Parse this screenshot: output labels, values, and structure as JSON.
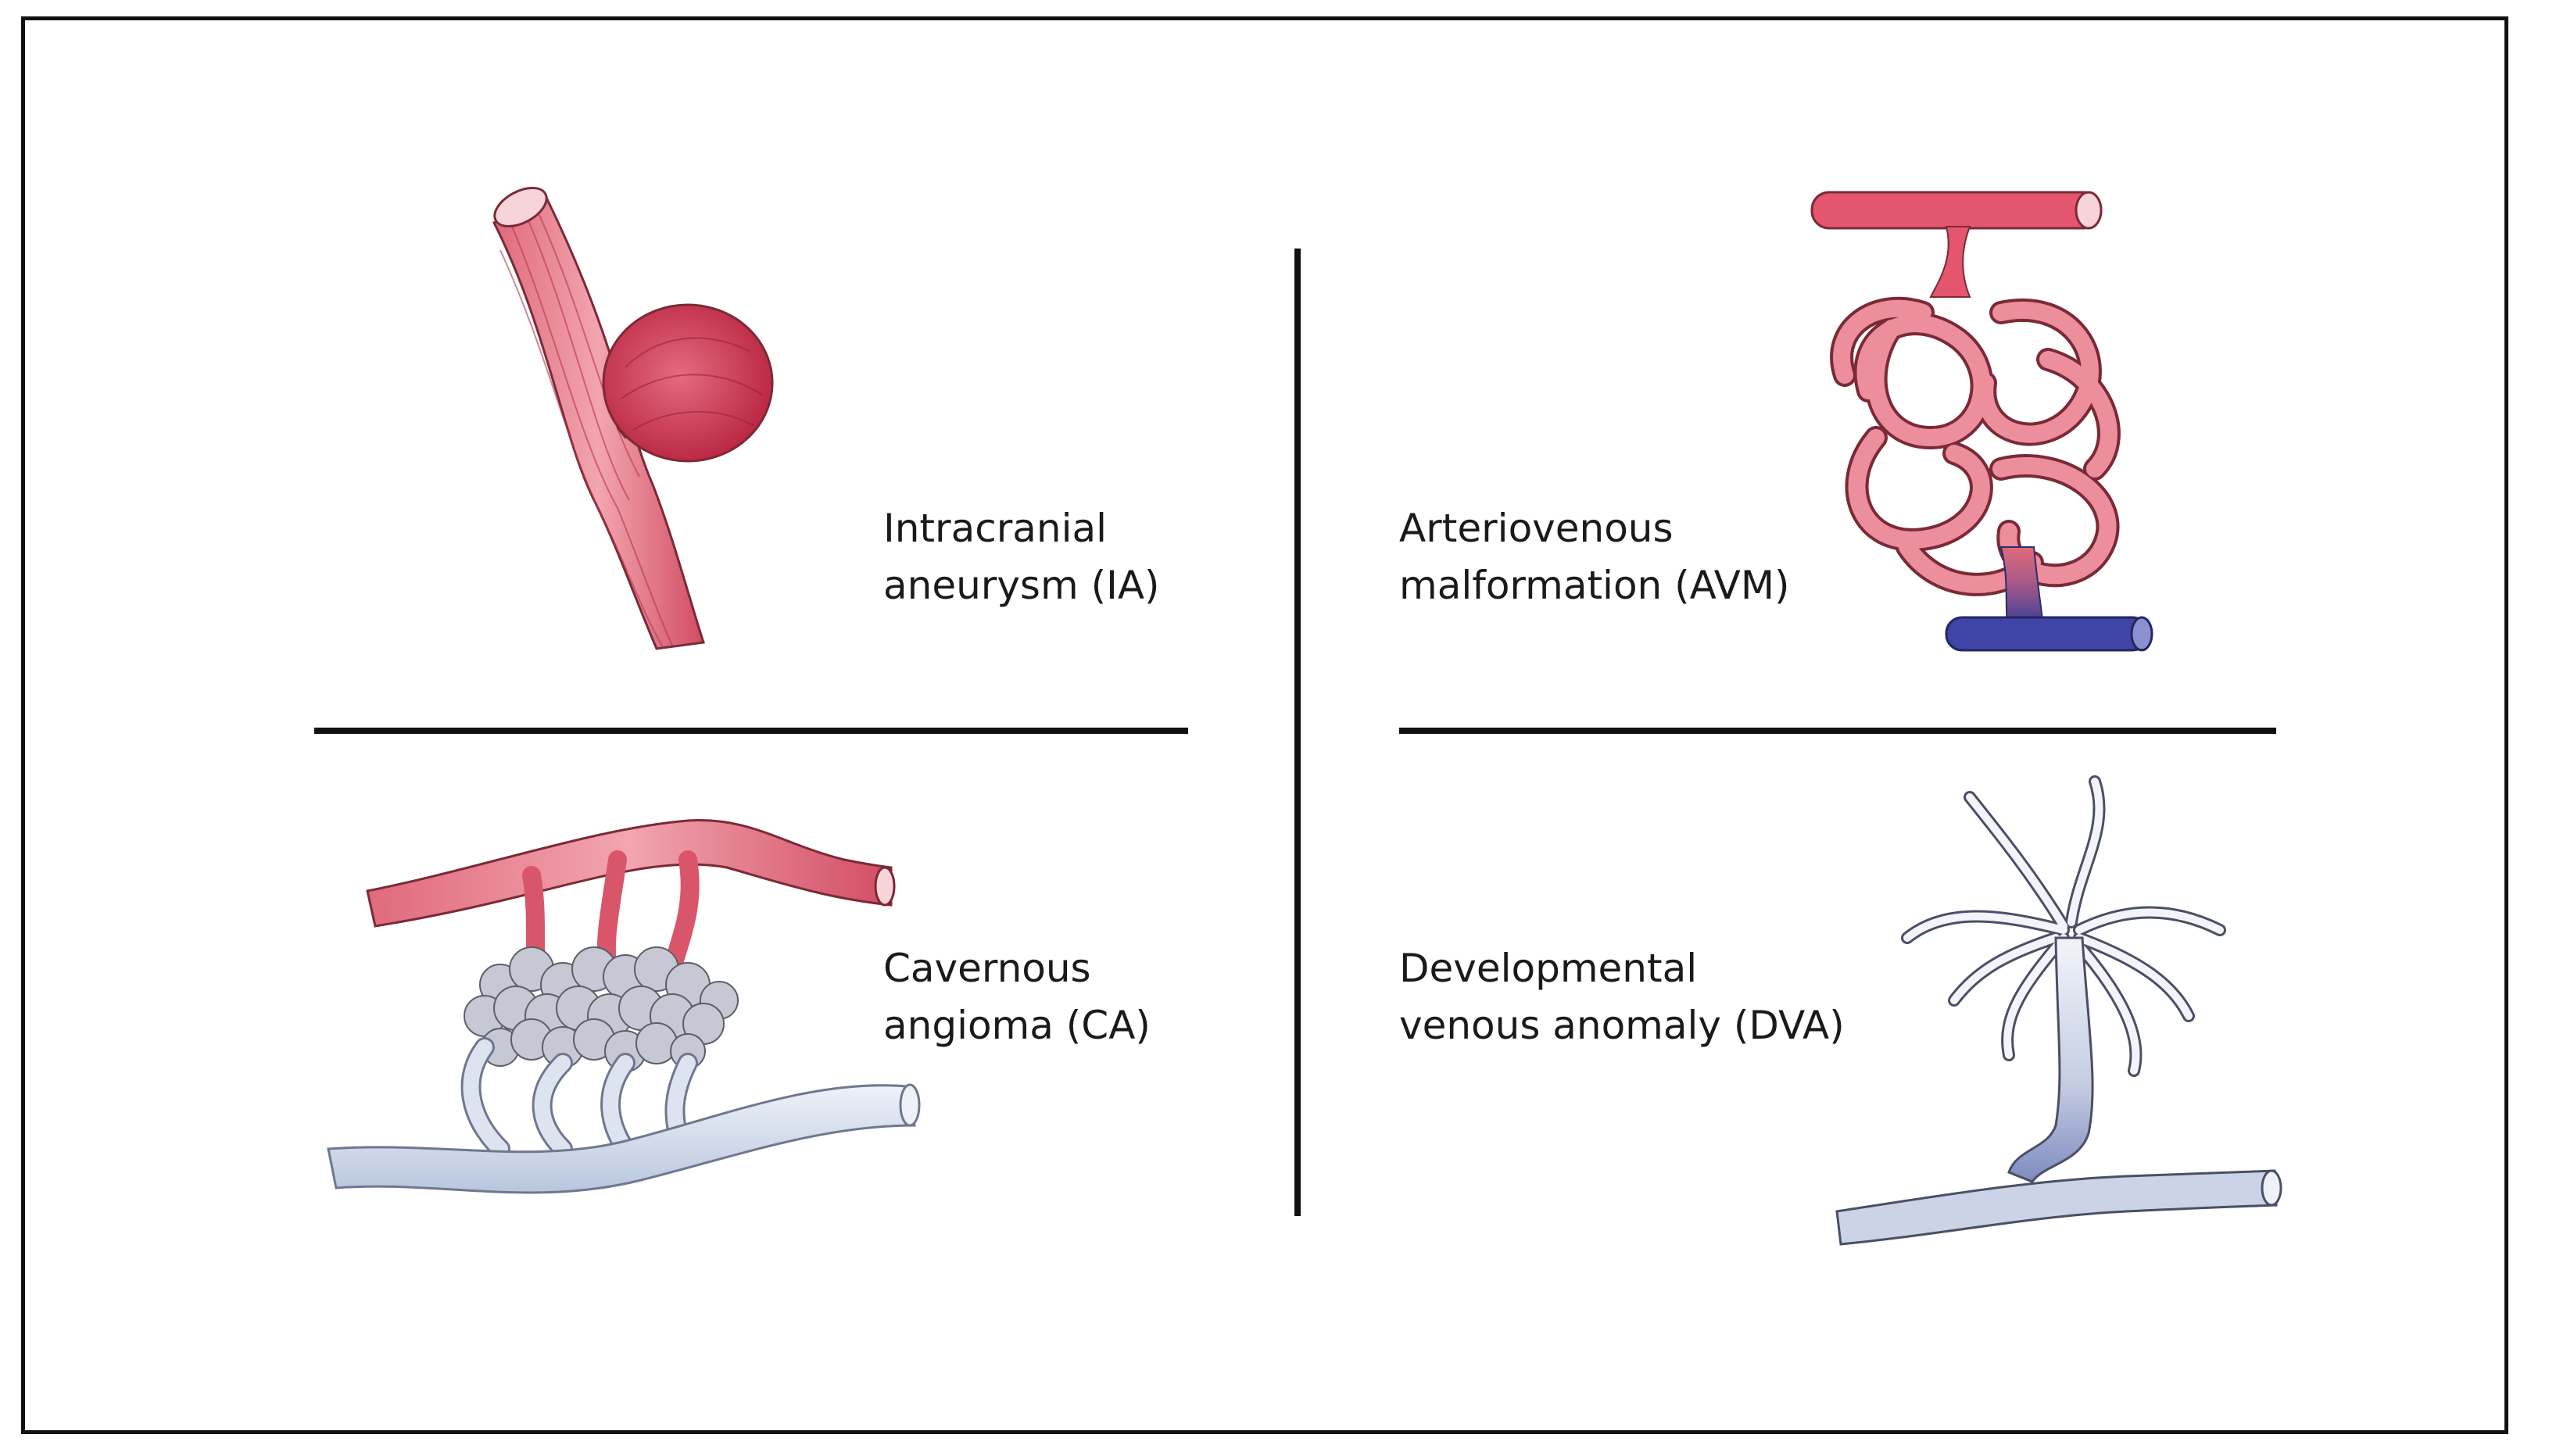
{
  "labels": {
    "ia": {
      "line1": "Intracranial",
      "line2": "aneurysm (IA)"
    },
    "avm": {
      "line1": "Arteriovenous",
      "line2": "malformation (AVM)"
    },
    "ca": {
      "line1": "Cavernous",
      "line2": "angioma (CA)"
    },
    "dva": {
      "line1": "Developmental",
      "line2": "venous anomaly (DVA)"
    }
  },
  "colors": {
    "artery": "#d9566a",
    "artery_light": "#ef9aa6",
    "vein": "#cfd9ea",
    "vein_dark": "#3a3f9a",
    "cavern": "#b9bcc8",
    "ink": "#111111"
  }
}
